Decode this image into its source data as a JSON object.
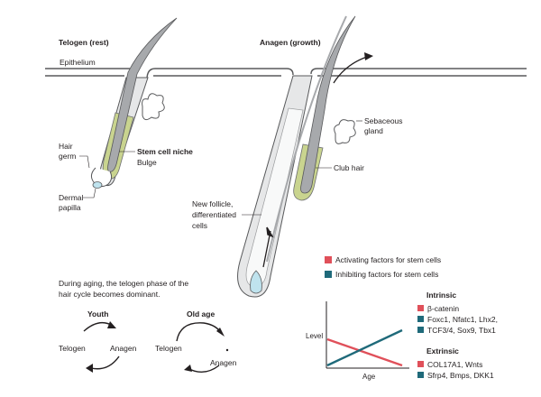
{
  "panels": {
    "telogen_title": "Telogen (rest)",
    "anagen_title": "Anagen (growth)"
  },
  "labels": {
    "epithelium": "Epithelium",
    "hair_germ": [
      "Hair",
      "germ"
    ],
    "stem_cell_niche": "Stem cell niche",
    "bulge": "Bulge",
    "dermal_papilla": [
      "Dermal",
      "papilla"
    ],
    "sebaceous_gland": [
      "Sebaceous",
      "gland"
    ],
    "club_hair": "Club hair",
    "new_follicle": [
      "New follicle,",
      "differentiated",
      "cells"
    ]
  },
  "aging": {
    "caption": [
      "During aging, the telogen phase of the",
      "hair cycle becomes dominant."
    ],
    "youth": {
      "title": "Youth",
      "left": "Telogen",
      "right": "Anagen"
    },
    "old_age": {
      "title": "Old age",
      "left": "Telogen",
      "right": "Anagen"
    }
  },
  "legend": {
    "activating": "Activating factors for stem cells",
    "inhibiting": "Inhibiting factors for stem cells"
  },
  "graph": {
    "ylabel": "Level",
    "xlabel": "Age"
  },
  "factors": {
    "intrinsic_title": "Intrinsic",
    "intrinsic": [
      {
        "text": "β-catenin",
        "kind": "activating"
      },
      {
        "text": "Foxc1, Nfatc1, Lhx2,",
        "kind": "inhibiting"
      },
      {
        "text": "TCF3/4, Sox9, Tbx1",
        "kind": "inhibiting"
      }
    ],
    "extrinsic_title": "Extrinsic",
    "extrinsic": [
      {
        "text": "COL17A1, Wnts",
        "kind": "activating"
      },
      {
        "text": "Sfrp4, Bmps, DKK1",
        "kind": "inhibiting"
      }
    ]
  },
  "colors": {
    "activating": "#e0505a",
    "inhibiting": "#1f6a7a",
    "niche_green": "#c9d48f",
    "follicle_gray": "#e6e7e8",
    "papilla_blue": "#bfe3ee",
    "epithelium_line": "#58595b"
  },
  "icons": {
    "cycle_arrow": "curved-arrow-icon",
    "growth_arrow": "arrow-up-icon"
  }
}
